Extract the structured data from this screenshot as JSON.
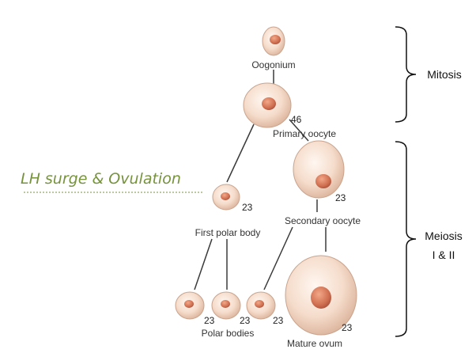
{
  "annotation": {
    "text": "LH surge & Ovulation"
  },
  "phases": [
    {
      "id": "mitosis",
      "lines": [
        "Mitosis"
      ]
    },
    {
      "id": "meiosis",
      "lines": [
        "Meiosis",
        "I & II"
      ]
    }
  ],
  "cells": [
    {
      "id": "oogonium",
      "label": "Oogonium",
      "number": ""
    },
    {
      "id": "primary-oocyte",
      "label": "Primary oocyte",
      "number": "46"
    },
    {
      "id": "first-polar-body",
      "label": "First polar body",
      "number": "23"
    },
    {
      "id": "secondary-oocyte",
      "label": "Secondary oocyte",
      "number": "23"
    },
    {
      "id": "polar-body-1",
      "label": "",
      "number": "23"
    },
    {
      "id": "polar-body-2",
      "label": "",
      "number": "23"
    },
    {
      "id": "polar-body-3",
      "label": "",
      "number": "23"
    },
    {
      "id": "mature-ovum",
      "label": "Mature ovum",
      "number": "23"
    }
  ],
  "group_labels": {
    "polar_bodies": "Polar bodies"
  },
  "colors": {
    "cell_fill": "#f3dccd",
    "cell_stroke": "#c9a48e",
    "nucleus": "#c9694d",
    "annotation": "#76933c"
  }
}
